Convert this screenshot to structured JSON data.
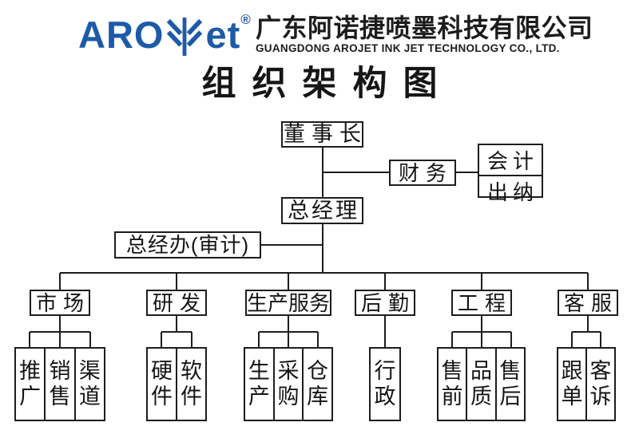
{
  "colors": {
    "accent": "#1d5aa8",
    "line": "#1d1d1d"
  },
  "header": {
    "logo": {
      "text_left": "ARO",
      "text_right": "et",
      "reg_mark": "®"
    },
    "company_name_cn": "广东阿诺捷喷墨科技有限公司",
    "company_name_en": "GUANGDONG AROJET INK JET TECHNOLOGY CO., LTD."
  },
  "title": "组织架构图",
  "chart": {
    "top": {
      "chairman": "董事长",
      "finance": "财务",
      "accounting": "会计",
      "cashier": "出纳",
      "general_manager": "总经理",
      "gm_office": "总经办(审计)"
    },
    "departments": [
      {
        "label": "市场",
        "children": [
          "推广",
          "销售",
          "渠道"
        ]
      },
      {
        "label": "研发",
        "children": [
          "硬件",
          "软件"
        ]
      },
      {
        "label": "生产服务",
        "children": [
          "生产",
          "采购",
          "仓库"
        ]
      },
      {
        "label": "后勤",
        "children": [
          "行政"
        ]
      },
      {
        "label": "工程",
        "children": [
          "售前",
          "品质",
          "售后"
        ]
      },
      {
        "label": "客服",
        "children": [
          "跟单",
          "客诉"
        ]
      }
    ]
  }
}
